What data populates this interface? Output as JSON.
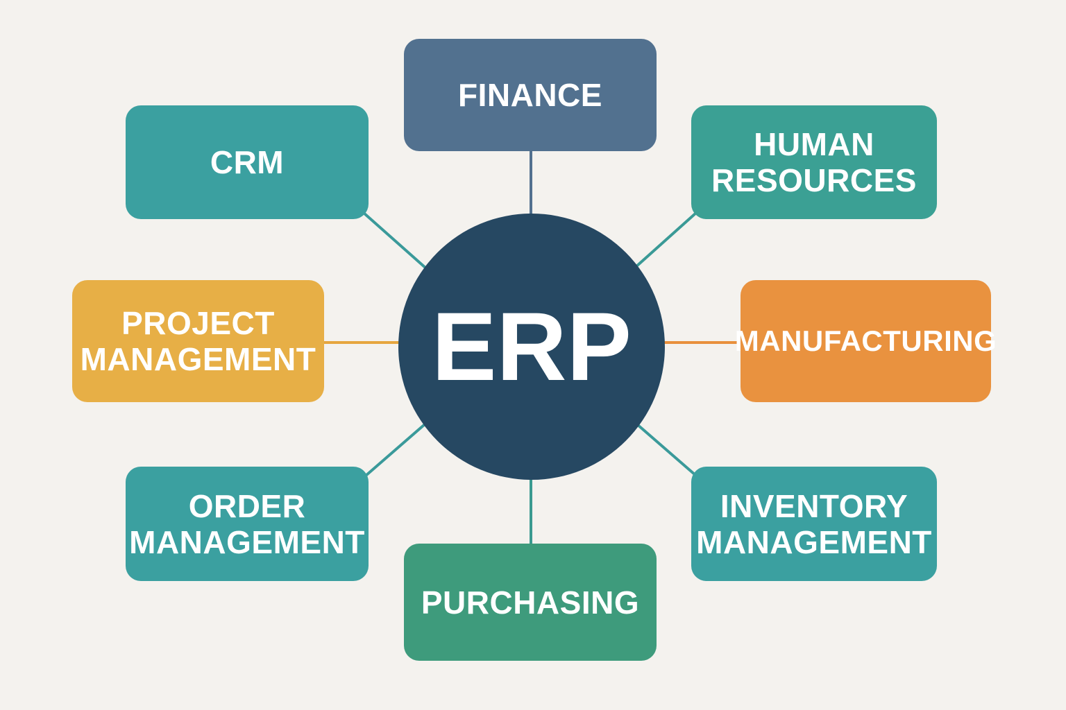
{
  "hub": {
    "label": "ERP",
    "color": "#264862"
  },
  "modules": [
    {
      "id": "finance",
      "lines": [
        "FINANCE"
      ],
      "color": "#52718f",
      "line_color": "#52718f"
    },
    {
      "id": "crm",
      "lines": [
        "CRM"
      ],
      "color": "#3ba0a0",
      "line_color": "#3a9a9a"
    },
    {
      "id": "human-resources",
      "lines": [
        "HUMAN",
        "RESOURCES"
      ],
      "color": "#3ba094",
      "line_color": "#3a9a96"
    },
    {
      "id": "project-management",
      "lines": [
        "PROJECT",
        "MANAGEMENT"
      ],
      "color": "#e7af46",
      "line_color": "#e6a63e"
    },
    {
      "id": "manufacturing",
      "lines": [
        "MANUFACTURING"
      ],
      "color": "#e9923f",
      "line_color": "#e8903c"
    },
    {
      "id": "order-management",
      "lines": [
        "ORDER",
        "MANAGEMENT"
      ],
      "color": "#3ba0a0",
      "line_color": "#3a9a9a"
    },
    {
      "id": "inventory-management",
      "lines": [
        "INVENTORY",
        "MANAGEMENT"
      ],
      "color": "#3ba0a0",
      "line_color": "#3a9a9a"
    },
    {
      "id": "purchasing",
      "lines": [
        "PURCHASING"
      ],
      "color": "#3e9b7c",
      "line_color": "#3a9a90"
    }
  ]
}
